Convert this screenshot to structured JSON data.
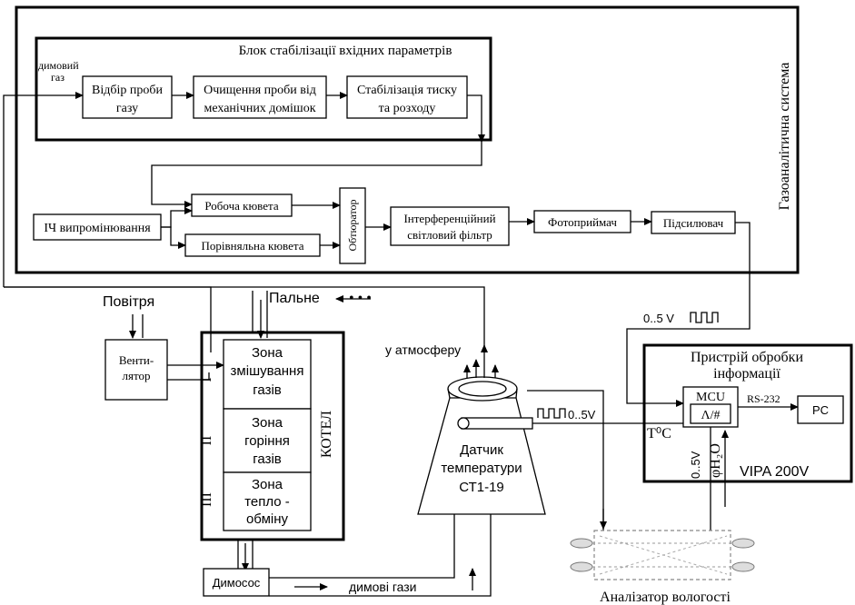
{
  "gas_system": {
    "title": "Газоаналітична система",
    "stab_block_title": "Блок стабілізації вхідних параметрів",
    "flue_gas_input": [
      "димовий",
      "газ"
    ],
    "sampling": [
      "Відбір проби",
      "газу"
    ],
    "cleaning": [
      "Очищення проби від",
      "механічних домішок"
    ],
    "pressure": [
      "Стабілізація тиску",
      "та розходу"
    ],
    "ir_source": "ІЧ випромінювання",
    "work_cell": "Робоча кювета",
    "ref_cell": "Порівняльна кювета",
    "chopper": "Обтюратор",
    "filter": [
      "Інтерференційний",
      "світловий фільтр"
    ],
    "detector": "Фотоприймач",
    "amplifier": "Підсилювач"
  },
  "boiler": {
    "air": "Повітря",
    "fuel": "Пальне",
    "fan": [
      "Венти-",
      "лятор"
    ],
    "zone1": [
      "Зона",
      "змішування",
      "газів"
    ],
    "zone2": [
      "Зона",
      "горіння",
      "газів"
    ],
    "zone3": [
      "Зона",
      "тепло -",
      "обміну"
    ],
    "roman1": "I",
    "roman2": "II",
    "roman3": "III",
    "label": "КОТЕЛ",
    "exhauster": "Димосос",
    "flue_gases": "димові гази"
  },
  "sensor": {
    "to_atmosphere": "у атмосферу",
    "name": [
      "Датчик",
      "температури",
      "СТ1-19"
    ],
    "signal": "0..5V"
  },
  "processor": {
    "title": [
      "Пристрій обробки",
      "інформації"
    ],
    "mcu": "MCU",
    "adc": "Λ/#",
    "rs232": "RS-232",
    "pc": "PC",
    "temp": "T⁰C",
    "humidity": "φH₂O",
    "humidity_volt": "0..5V",
    "vipa": "VIPA 200V",
    "amp_signal": "0..5 V"
  },
  "analyzer": "Аналізатор вологості"
}
